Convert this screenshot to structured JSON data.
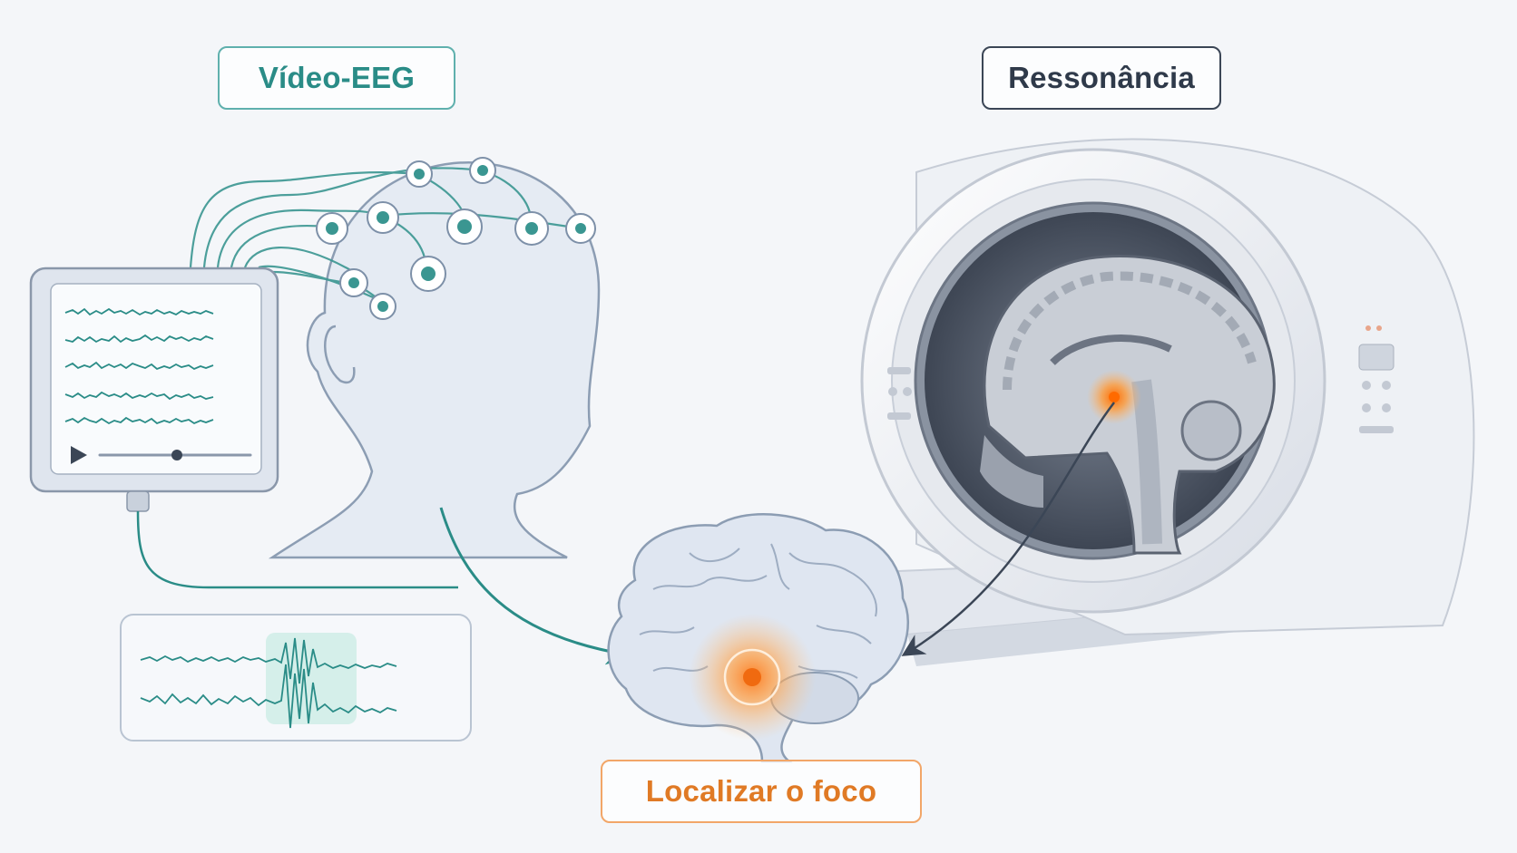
{
  "labels": {
    "eeg": "Vídeo-EEG",
    "mri": "Ressonância",
    "focus": "Localizar o foco"
  },
  "colors": {
    "eeg_accent": "#2a8c87",
    "mri_accent": "#2f3a4a",
    "focus_accent": "#e07a25",
    "background": "#f4f6f9"
  },
  "icons": {
    "eeg_monitor": "eeg-monitor-icon",
    "head_with_electrodes": "head-electrodes-icon",
    "spike_waveform": "spike-waveform-icon",
    "mri_scanner": "mri-scanner-icon",
    "brain_focus": "brain-focus-icon"
  }
}
